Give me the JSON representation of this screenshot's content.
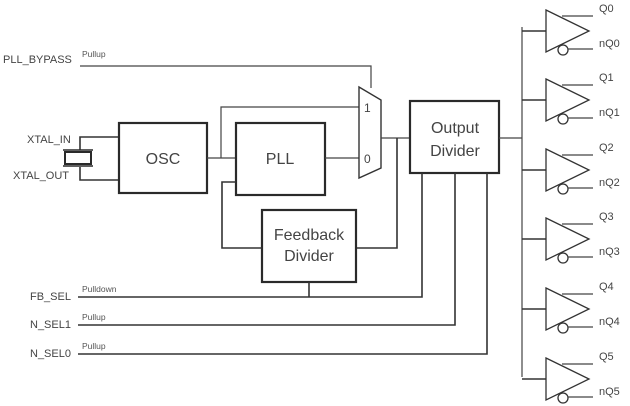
{
  "inputs": {
    "pll_bypass": {
      "name": "PLL_BYPASS",
      "resistor": "Pullup"
    },
    "xtal_in": "XTAL_IN",
    "xtal_out": "XTAL_OUT",
    "fb_sel": {
      "name": "FB_SEL",
      "resistor": "Pulldown"
    },
    "n_sel1": {
      "name": "N_SEL1",
      "resistor": "Pullup"
    },
    "n_sel0": {
      "name": "N_SEL0",
      "resistor": "Pullup"
    }
  },
  "blocks": {
    "osc": "OSC",
    "pll": "PLL",
    "feedback_divider": [
      "Feedback",
      "Divider"
    ],
    "output_divider": [
      "Output",
      "Divider"
    ]
  },
  "mux": {
    "input_1": "1",
    "input_0": "0"
  },
  "outputs": [
    {
      "q": "Q0",
      "nq": "nQ0"
    },
    {
      "q": "Q1",
      "nq": "nQ1"
    },
    {
      "q": "Q2",
      "nq": "nQ2"
    },
    {
      "q": "Q3",
      "nq": "nQ3"
    },
    {
      "q": "Q4",
      "nq": "nQ4"
    },
    {
      "q": "Q5",
      "nq": "nQ5"
    }
  ]
}
